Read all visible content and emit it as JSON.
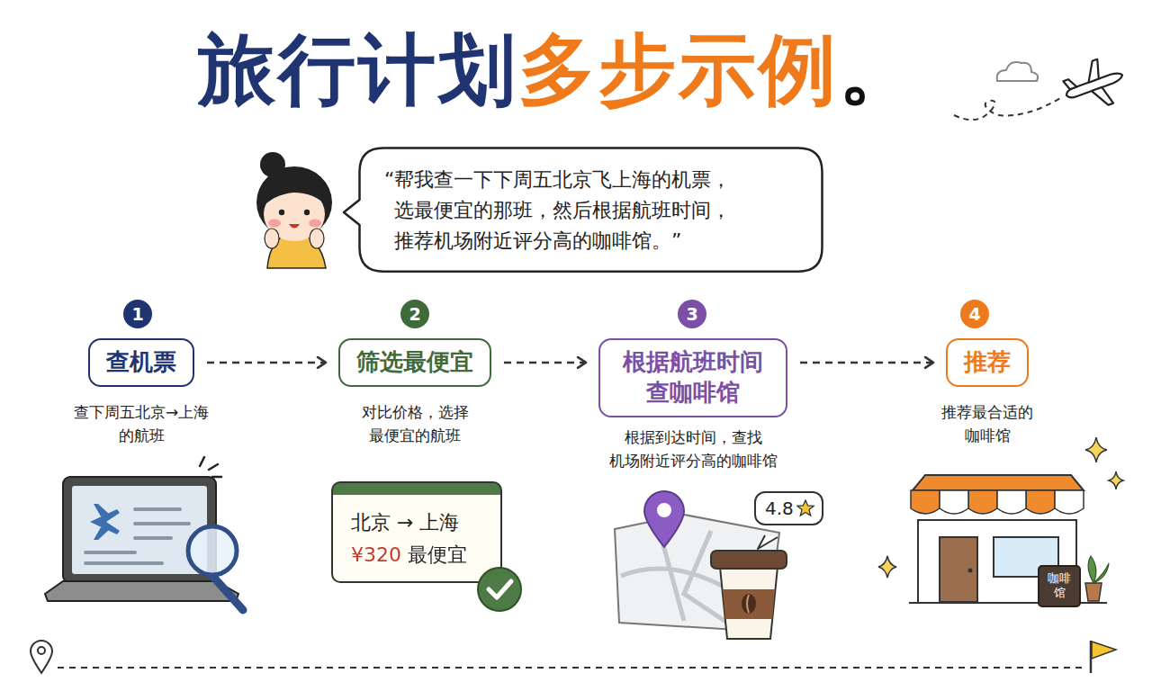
{
  "diagram": {
    "title": "旅行计划多步示例。",
    "nodes": [
      {
        "text": [
          "“帮我查一下下周五北京飞上海的机票， 选最便宜的那班，然后根据航班时间， 推荐机场附近评分高的咖啡馆。”"
        ]
      },
      {
        "text": [
          "1"
        ]
      },
      {
        "text": [
          "查机票"
        ]
      },
      {
        "text": [
          "2"
        ]
      },
      {
        "text": [
          "筛选最便宜"
        ]
      },
      {
        "text": [
          "3"
        ]
      },
      {
        "text": [
          "根据航班时间 查咖啡馆"
        ]
      },
      {
        "text": [
          "4"
        ]
      },
      {
        "text": [
          "推荐"
        ]
      },
      {
        "text": [
          "北京 → 上海",
          "¥320 最便宜"
        ]
      },
      {
        "text": [
          "4.8"
        ]
      },
      {
        "text": [
          "咖啡馆"
        ]
      }
    ],
    "edges": [
      {
        "from": 2,
        "to": 4,
        "arrow": "to"
      },
      {
        "from": 4,
        "to": 6,
        "arrow": "to"
      },
      {
        "from": 6,
        "to": 8,
        "arrow": "to"
      }
    ],
    "labels": [
      "查下周五北京→上海 的航班",
      "对比价格，选择 最便宜的航班",
      "根据到达时间，查找 机场附近评分高的咖啡馆",
      "推荐最合适的 咖啡馆"
    ]
  }
}
